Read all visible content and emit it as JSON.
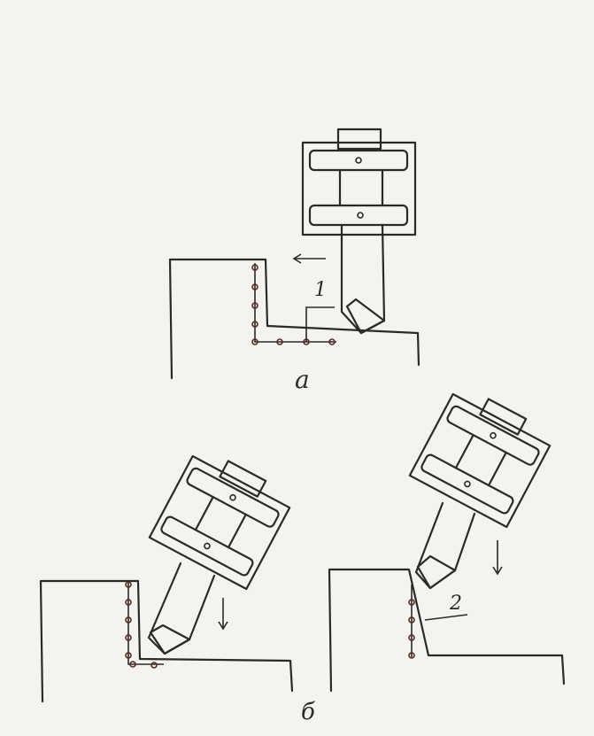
{
  "diagram": {
    "part_labels": {
      "a": "a",
      "b": "б"
    },
    "callouts": {
      "one": "1",
      "two": "2"
    }
  }
}
